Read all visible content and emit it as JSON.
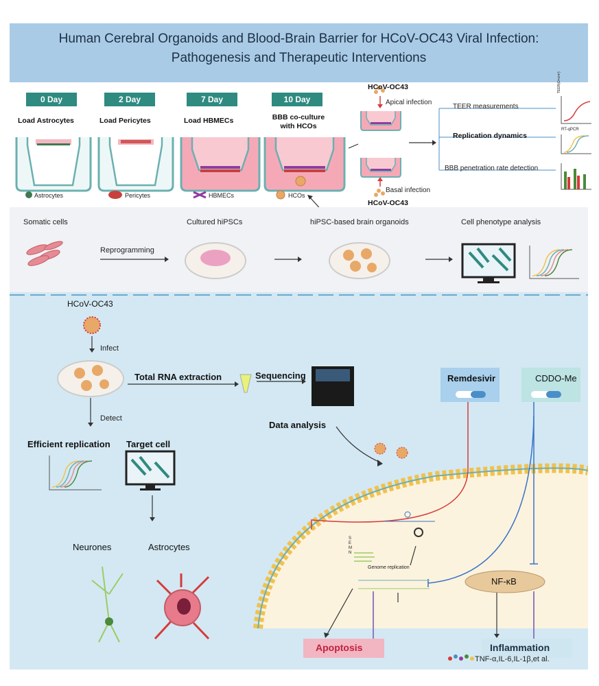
{
  "title": {
    "line1": "Human Cerebral Organoids and Blood-Brain Barrier for HCoV-OC43 Viral Infection:",
    "line2": "Pathogenesis and Therapeutic Interventions"
  },
  "bbb_model": {
    "days": [
      "0 Day",
      "2 Day",
      "7 Day",
      "10 Day"
    ],
    "steps": [
      "Load Astrocytes",
      "Load Pericytes",
      "Load HBMECs",
      "BBB co-culture\nwith HCOs"
    ],
    "cell_labels": [
      "Astrocytes",
      "Pericytes",
      "HBMECs",
      "HCOs"
    ],
    "virus_top": "HCoV-OC43",
    "apical": "Apical infection",
    "basal": "Basal infection",
    "virus_bottom": "HCoV-OC43",
    "assays": [
      "TEER  measurements",
      "Replication dynamics",
      "BBB penetration rate detection"
    ],
    "mini_axis": [
      "TEER(Ω×cm²)",
      "RT-qPCR"
    ]
  },
  "organoid": {
    "steps": [
      "Somatic cells",
      "Cultured hiPSCs",
      "hiPSC-based brain organoids",
      "Cell phenotype analysis"
    ],
    "reprogramming": "Reprogramming"
  },
  "infection": {
    "virus": "HCoV-OC43",
    "infect": "Infect",
    "detect": "Detect",
    "rna": "Total RNA extraction",
    "sequencing": "Sequencing",
    "data_analysis": "Data analysis",
    "efficient": "Efficient replication",
    "target": "Target cell",
    "neurones": "Neurones",
    "astrocytes": "Astrocytes"
  },
  "mechanism": {
    "remdesivir": "Remdesivir",
    "cddo": "CDDO-Me",
    "genome": "Genome replication",
    "nfkb": "NF-κB",
    "apoptosis": "Apoptosis",
    "inflammation": "Inflammation",
    "cytokines": "TNF-α,IL-6,IL-1β,et al.",
    "proteins": "S\nE\nM\nN"
  },
  "colors": {
    "title_band": "#a9cbe6",
    "day_tag": "#2f8a80",
    "lower_panel": "#d3e8f3",
    "mid_panel": "#f0f2f5",
    "red_inhibit": "#d63a3a",
    "blue_inhibit": "#3a72c6",
    "apoptosis": "#f2b6c2",
    "inflammation": "#cde6ef"
  }
}
